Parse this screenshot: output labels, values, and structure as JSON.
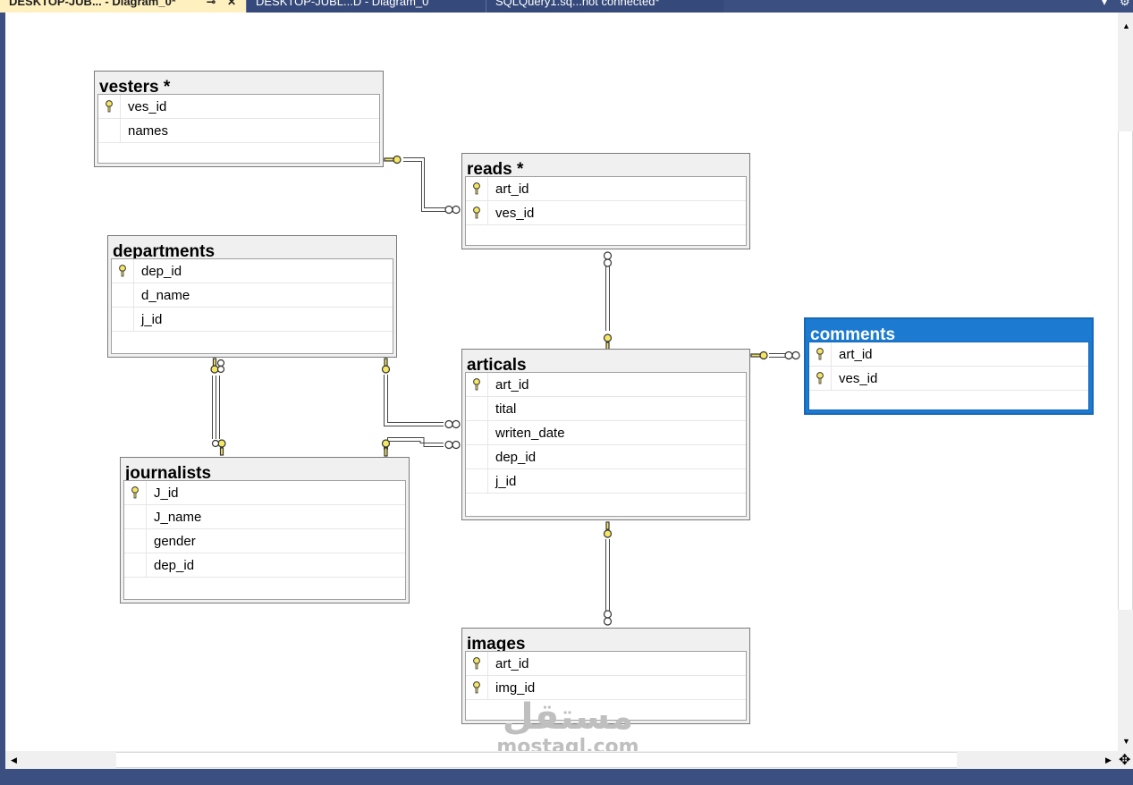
{
  "tabs": [
    {
      "label": "DESKTOP-JUB... - Diagram_0*",
      "active": true
    },
    {
      "label": "DESKTOP-JUBL...D - Diagram_0",
      "active": false
    },
    {
      "label": "SQLQuery1.sq...not connected*",
      "active": false
    }
  ],
  "tab_icons": {
    "pin": "pin-icon",
    "close": "close-icon",
    "settings": "gear-icon"
  },
  "tables": {
    "vesters": {
      "title": "vesters *",
      "columns": [
        {
          "name": "ves_id",
          "key": true
        },
        {
          "name": "names",
          "key": false
        }
      ]
    },
    "reads": {
      "title": "reads *",
      "columns": [
        {
          "name": "art_id",
          "key": true
        },
        {
          "name": "ves_id",
          "key": true
        }
      ]
    },
    "departments": {
      "title": "departments",
      "columns": [
        {
          "name": "dep_id",
          "key": true
        },
        {
          "name": "d_name",
          "key": false
        },
        {
          "name": "j_id",
          "key": false
        }
      ]
    },
    "articals": {
      "title": "articals",
      "columns": [
        {
          "name": "art_id",
          "key": true
        },
        {
          "name": "tital",
          "key": false
        },
        {
          "name": "writen_date",
          "key": false
        },
        {
          "name": "dep_id",
          "key": false
        },
        {
          "name": "j_id",
          "key": false
        }
      ]
    },
    "comments": {
      "title": "comments",
      "selected": true,
      "columns": [
        {
          "name": "art_id",
          "key": true
        },
        {
          "name": "ves_id",
          "key": true
        }
      ]
    },
    "journalists": {
      "title": "journalists",
      "columns": [
        {
          "name": "J_id",
          "key": true
        },
        {
          "name": "J_name",
          "key": false
        },
        {
          "name": "gender",
          "key": false
        },
        {
          "name": "dep_id",
          "key": false
        }
      ]
    },
    "images": {
      "title": "images",
      "columns": [
        {
          "name": "art_id",
          "key": true
        },
        {
          "name": "img_id",
          "key": true
        }
      ]
    }
  },
  "watermark": {
    "arabic": "مستقل",
    "latin": "mostaql.com"
  },
  "colors": {
    "tab_active": "#fff1bf",
    "frame": "#3b4f81",
    "key_icon": "#f5e663",
    "selected_table": "#1c7ad1"
  }
}
